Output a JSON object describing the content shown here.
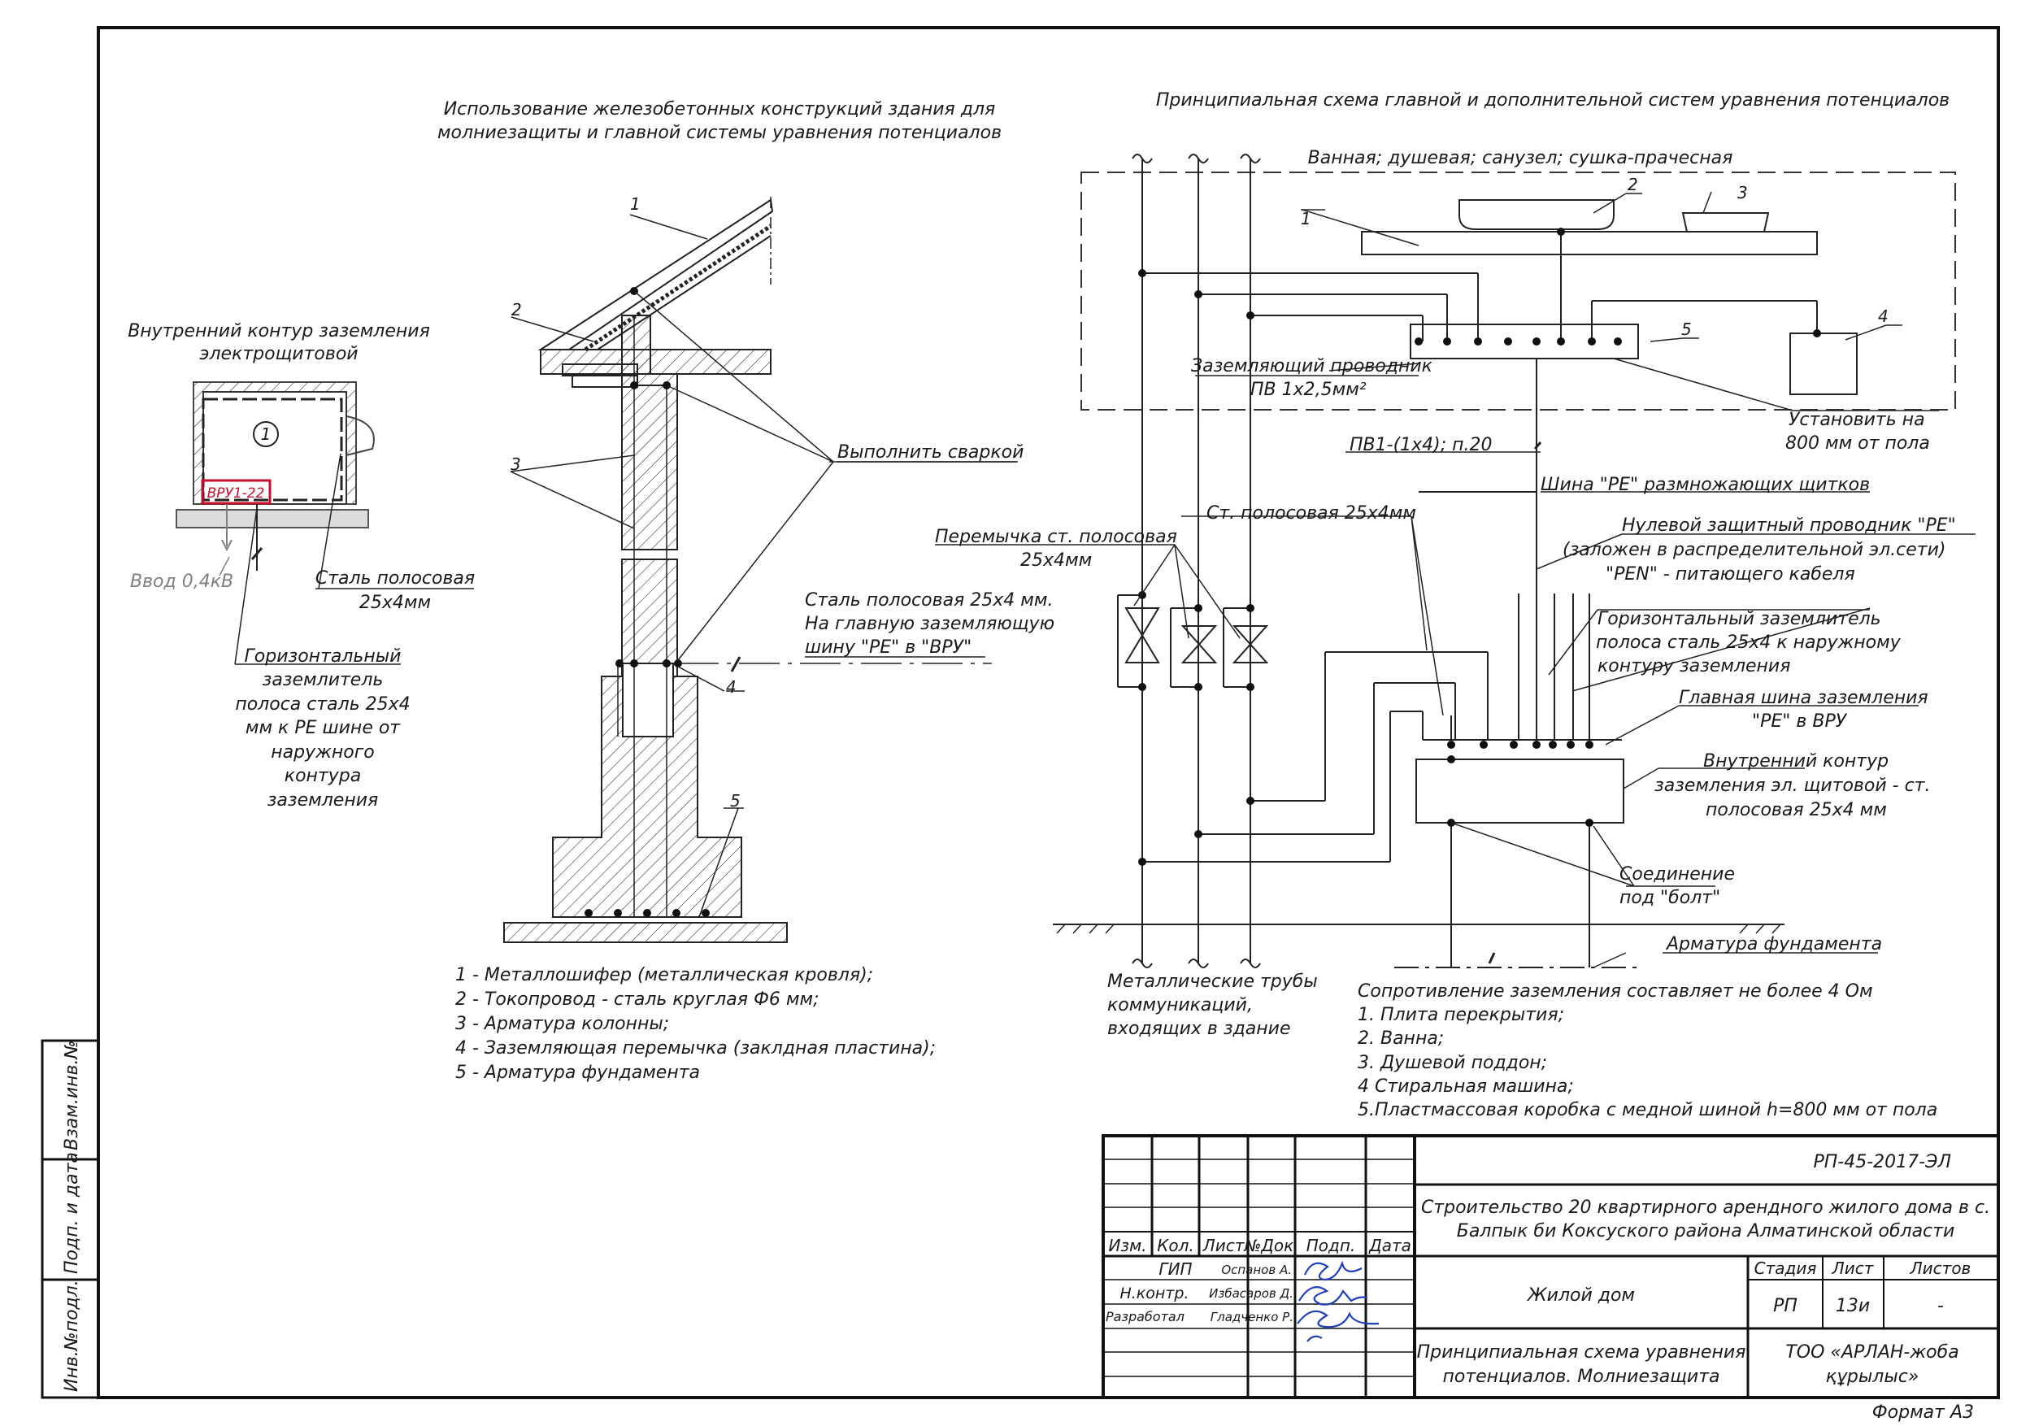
{
  "left_section": {
    "title_lines": [
      "Внутренний контур заземления",
      "электрощитовой"
    ],
    "circle_num": "1",
    "panel_label": "ВРУ1-22",
    "input_label": "Ввод 0,4кВ",
    "steel_lines": [
      "Сталь полосовая",
      "25х4мм"
    ],
    "horiz_lines": [
      "Горизонтальный",
      "заземлитель",
      "полоса сталь 25х4",
      "мм к РЕ шине от",
      "наружного",
      "контура",
      "заземления"
    ]
  },
  "middle_section": {
    "title_lines": [
      "Использование железобетонных конструкций здания для",
      "молниезащиты и главной системы уравнения потенциалов"
    ],
    "callout_weld": "Выполнить сваркой",
    "steel_lines": [
      "Сталь полосовая 25х4 мм.",
      "На главную заземляющую",
      "шину \"РЕ\" в \"ВРУ\""
    ],
    "num_labels": [
      "1",
      "2",
      "3",
      "4",
      "5"
    ],
    "legend": [
      "1 - Металлошифер (металлическая кровля);",
      "2 - Токопровод - сталь круглая Ф6 мм;",
      "3 - Арматура колонны;",
      "4 - Заземляющая перемычка (заклдная пластина);",
      "5 - Арматура фундамента"
    ]
  },
  "right_section": {
    "title": "Принципиальная схема главной и дополнительной систем уравнения потенциалов",
    "room_label": "Ванная; душевая; санузел; сушка-прачесная",
    "num_labels": [
      "1",
      "2",
      "3",
      "4",
      "5"
    ],
    "ground_cond": [
      "Заземляющий проводник",
      "ПВ 1х2,5мм²"
    ],
    "install": [
      "Установить на",
      "800 мм от пола"
    ],
    "pv1": "ПВ1-(1х4); п.20",
    "pe_bus": "Шина \"РЕ\" размножающих щитков",
    "st_strip": "Ст. полосовая 25х4мм",
    "jumper": [
      "Перемычка ст. полосовая",
      "25х4мм"
    ],
    "zero_pe": [
      "Нулевой защитный проводник \"РЕ\"",
      "(заложен в распределительной эл.сети)",
      "\"PEN\" - питающего кабеля"
    ],
    "horiz": [
      "Горизонтальный заземлитель",
      "полоса сталь 25х4 к наружному",
      "контуру заземления"
    ],
    "main_bus": [
      "Главная шина заземления",
      "\"РЕ\" в ВРУ"
    ],
    "inner_contour": [
      "Внутренний контур",
      "заземления эл. щитовой - ст.",
      "полосовая 25х4 мм"
    ],
    "bolt": [
      "Соединение",
      "под \"болт\""
    ],
    "rebar": "Арматура фундамента",
    "pipes": [
      "Металлические трубы",
      "коммуникаций,",
      "входящих в здание"
    ],
    "notes": [
      "Сопротивление заземления составляет не более 4 Ом",
      "1. Плита перекрытия;",
      "2. Ванна;",
      "3. Душевой поддон;",
      "4 Стиральная машина;",
      "5.Пластмассовая коробка с медной шиной h=800 мм от пола"
    ]
  },
  "side_stamp": [
    "Взам.инв.№",
    "Подп. и дата",
    "Инв.№подл."
  ],
  "title_block": {
    "code": "РП-45-2017-ЭЛ",
    "project_lines": [
      "Строительство 20 квартирного арендного жилого дома в с.",
      "Балпык би Коксуского района Алматинской области"
    ],
    "headers": [
      "Изм.",
      "Кол.",
      "Лист",
      "№Док.",
      "Подп.",
      "Дата"
    ],
    "roles": [
      "ГИП",
      "Н.контр.",
      "Разработал"
    ],
    "names": [
      "Оспанов А.",
      "Избасаров Д.",
      "Гладченко Р."
    ],
    "object": "Жилой дом",
    "stage_headers": [
      "Стадия",
      "Лист",
      "Листов"
    ],
    "stage_values": [
      "РП",
      "13и",
      "-"
    ],
    "sheet_title": [
      "Принципиальная схема уравнения",
      "потенциалов. Молниезащита"
    ],
    "company": [
      "ТОО «АРЛАН-жоба",
      "құрылыс»"
    ],
    "format": "Формат А3"
  },
  "colors": {
    "line": "#1a1a1a",
    "highlight": "#c8102e",
    "muted": "#808080",
    "signature": "#1f3fbf"
  }
}
